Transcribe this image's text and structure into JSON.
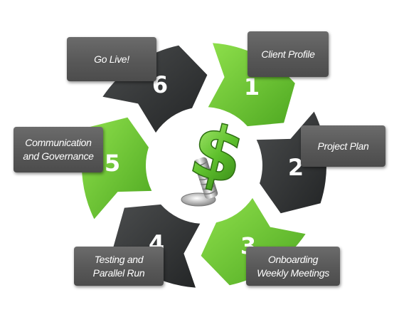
{
  "diagram": {
    "steps": [
      {
        "number": "1",
        "label": "Client Profile"
      },
      {
        "number": "2",
        "label": "Project Plan"
      },
      {
        "number": "3",
        "label": "Onboarding\nWeekly Meetings"
      },
      {
        "number": "4",
        "label": "Testing and\nParallel Run"
      },
      {
        "number": "5",
        "label": "Communication\nand Governance"
      },
      {
        "number": "6",
        "label": "Go Live!"
      }
    ],
    "center_symbol": "$",
    "colors": {
      "green": "#6dc234",
      "dark": "#2f3132",
      "label_box": "#5d5d5d"
    }
  }
}
